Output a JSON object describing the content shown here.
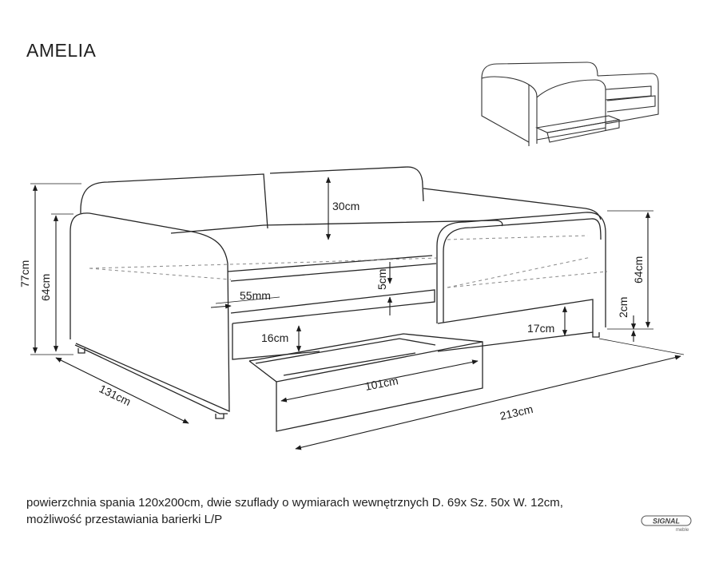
{
  "title": "AMELIA",
  "dimensions": {
    "backrest_height": "30cm",
    "total_height": "77cm",
    "side_height_left": "64cm",
    "side_height_right": "64cm",
    "barrier_width": "55mm",
    "mattress_step": "5cm",
    "drawer_height_left": "16cm",
    "drawer_height_right": "17cm",
    "leg_height": "2cm",
    "depth": "131cm",
    "width": "213cm",
    "drawer_width": "101cm"
  },
  "caption": {
    "line1": "powierzchnia spania 120x200cm, dwie szuflady o wymiarach wewnętrznych D. 69x Sz. 50x W. 12cm,",
    "line2": "możliwość przestawiania barierki L/P"
  },
  "logo": {
    "brand": "SIGNAL",
    "sub": "meble"
  }
}
